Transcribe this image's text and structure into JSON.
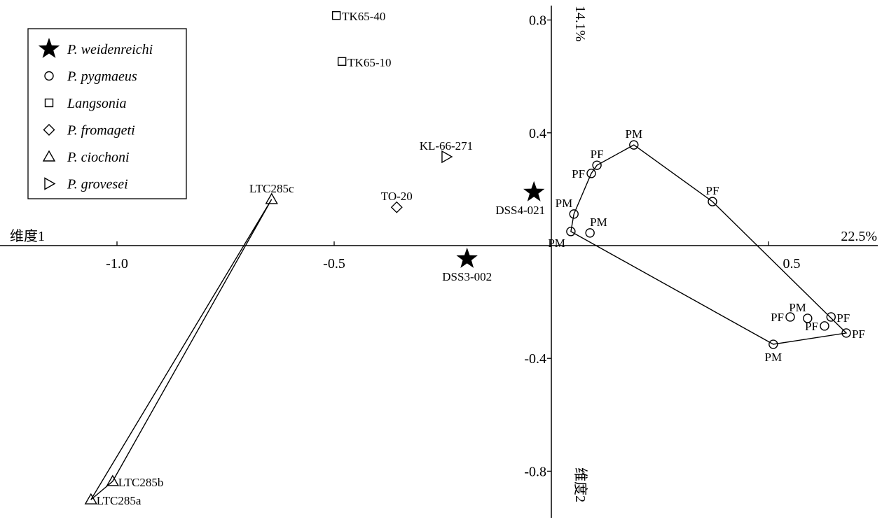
{
  "chart_data": {
    "type": "scatter",
    "title": "",
    "xlabel": "维度1",
    "ylabel": "维度2",
    "x_percent_label": "22.5%",
    "y_percent_label": "14.1%",
    "xlim": [
      -1.27,
      0.75
    ],
    "ylim": [
      -0.95,
      0.85
    ],
    "xticks": [
      -1.0,
      -0.5,
      0.5
    ],
    "xtick_labels": [
      "-1.0",
      "-0.5",
      "0.5"
    ],
    "yticks": [
      0.8,
      0.4,
      -0.4,
      -0.8
    ],
    "ytick_labels": [
      "0.8",
      "0.4",
      "-0.4",
      "-0.8"
    ],
    "grid": false,
    "legend_position": "top-left",
    "series": [
      {
        "name": "P. weidenreichi",
        "marker": "star",
        "points": [
          {
            "x": -0.04,
            "y": 0.189,
            "label": "DSS4-021",
            "pos": "below-left"
          },
          {
            "x": -0.194,
            "y": -0.047,
            "label": "DSS3-002",
            "pos": "below"
          }
        ]
      },
      {
        "name": "P. pygmaeus",
        "marker": "circle",
        "hull": [
          0,
          1,
          2,
          3,
          4,
          5,
          12,
          7
        ],
        "points": [
          {
            "x": 0.045,
            "y": 0.05,
            "label": "PM",
            "pos": "below-left"
          },
          {
            "x": 0.052,
            "y": 0.112,
            "label": "PM",
            "pos": "above-left"
          },
          {
            "x": 0.092,
            "y": 0.256,
            "label": "PF",
            "pos": "left"
          },
          {
            "x": 0.105,
            "y": 0.285,
            "label": "PF",
            "pos": "above"
          },
          {
            "x": 0.19,
            "y": 0.357,
            "label": "PM",
            "pos": "above"
          },
          {
            "x": 0.371,
            "y": 0.156,
            "label": "PF",
            "pos": "above"
          },
          {
            "x": 0.089,
            "y": 0.045,
            "label": "PM",
            "pos": "above-right"
          },
          {
            "x": 0.511,
            "y": -0.35,
            "label": "PM",
            "pos": "below"
          },
          {
            "x": 0.55,
            "y": -0.253,
            "label": "PF",
            "pos": "left"
          },
          {
            "x": 0.59,
            "y": -0.258,
            "label": "PM",
            "pos": "above-left"
          },
          {
            "x": 0.644,
            "y": -0.253,
            "label": "PF",
            "pos": "right"
          },
          {
            "x": 0.629,
            "y": -0.285,
            "label": "PF",
            "pos": "left"
          },
          {
            "x": 0.679,
            "y": -0.31,
            "label": "PF",
            "pos": "right"
          }
        ]
      },
      {
        "name": "Langsonia",
        "marker": "square",
        "points": [
          {
            "x": -0.495,
            "y": 0.816,
            "label": "TK65-40",
            "pos": "right"
          },
          {
            "x": -0.482,
            "y": 0.653,
            "label": "TK65-10",
            "pos": "right"
          }
        ]
      },
      {
        "name": "P. fromageti",
        "marker": "diamond",
        "points": [
          {
            "x": -0.356,
            "y": 0.136,
            "label": "TO-20",
            "pos": "above"
          }
        ]
      },
      {
        "name": "P. ciochoni",
        "marker": "triangle",
        "hull": [
          0,
          1,
          2
        ],
        "points": [
          {
            "x": -0.644,
            "y": 0.164,
            "label": "LTC285c",
            "pos": "above"
          },
          {
            "x": -1.01,
            "y": -0.836,
            "label": "LTC285b",
            "pos": "right"
          },
          {
            "x": -1.06,
            "y": -0.901,
            "label": "LTC285a",
            "pos": "right"
          }
        ]
      },
      {
        "name": "P. grovesei",
        "marker": "triangle-right",
        "points": [
          {
            "x": -0.242,
            "y": 0.315,
            "label": "KL-66-271",
            "pos": "above"
          }
        ]
      }
    ]
  }
}
